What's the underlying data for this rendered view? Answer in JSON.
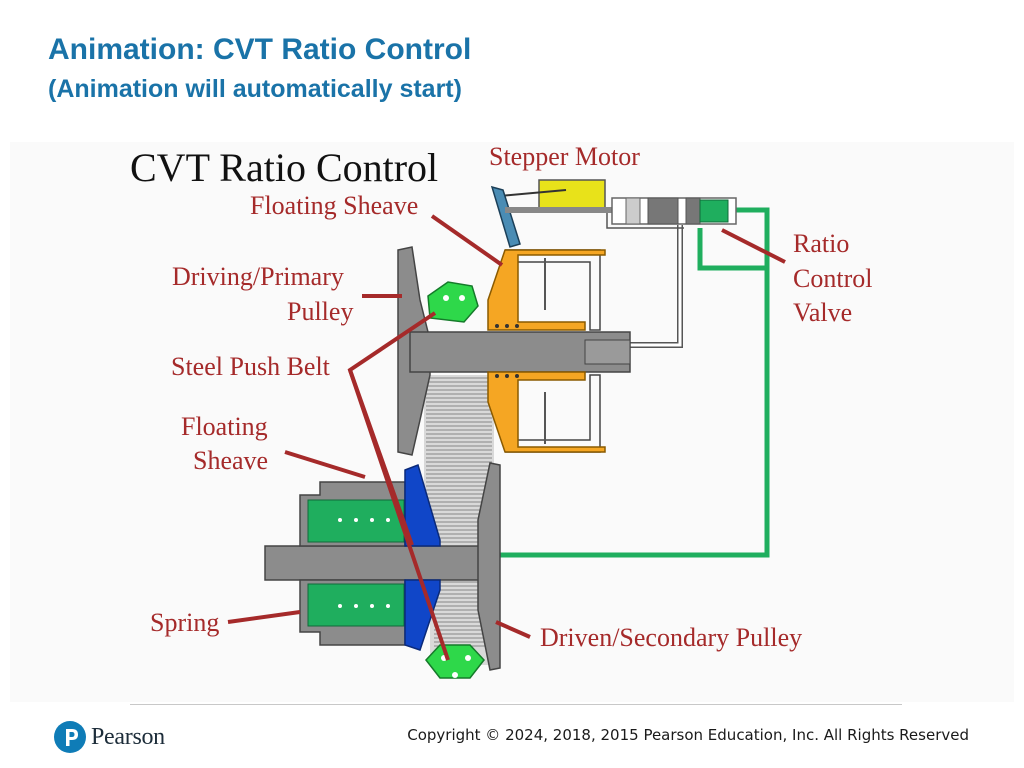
{
  "slide": {
    "title": "Animation: CVT Ratio Control",
    "subtitle": "(Animation will automatically start)"
  },
  "diagram": {
    "title": "CVT Ratio Control",
    "labels": {
      "stepper_motor": "Stepper Motor",
      "floating_sheave_top": "Floating Sheave",
      "driving_primary_1": "Driving/Primary",
      "driving_primary_2": "Pulley",
      "steel_push_belt": "Steel Push Belt",
      "floating_sheave_bottom_1": "Floating",
      "floating_sheave_bottom_2": "Sheave",
      "spring": "Spring",
      "driven_secondary": "Driven/Secondary Pulley",
      "ratio_1": "Ratio",
      "ratio_2": "Control",
      "ratio_3": "Valve"
    },
    "colors": {
      "label": "#a52a2a",
      "pulley_gray": "#8c8c8c",
      "floating_orange": "#f5a623",
      "hydraulic_green": "#1fae5e",
      "floating_blue": "#1046c8",
      "belt_green": "#2ed84a",
      "stepper_yellow": "#e8e21a"
    }
  },
  "footer": {
    "logo_text": "Pearson",
    "copyright": "Copyright © 2024, 2018, 2015 Pearson Education, Inc. All Rights Reserved"
  }
}
